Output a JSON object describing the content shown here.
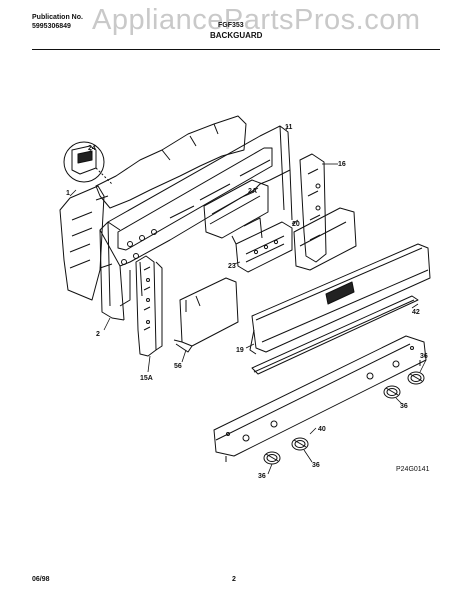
{
  "header": {
    "publication_label": "Publication No.",
    "publication_number": "5995306849",
    "model": "FGF353",
    "section": "BACKGUARD",
    "watermark": "AppliancePartsPros.com"
  },
  "callouts": {
    "c1": "1",
    "c2": "2",
    "c2a": "2A",
    "c11": "11",
    "c15a": "15A",
    "c16": "16",
    "c19": "19",
    "c20": "20",
    "c23": "23",
    "c24": "24",
    "c36a": "36",
    "c36b": "36",
    "c36c": "36",
    "c36d": "36",
    "c40": "40",
    "c42": "42",
    "c56": "56"
  },
  "diagram_code": "P24G0141",
  "footer": {
    "date": "06/98",
    "page": "2"
  }
}
